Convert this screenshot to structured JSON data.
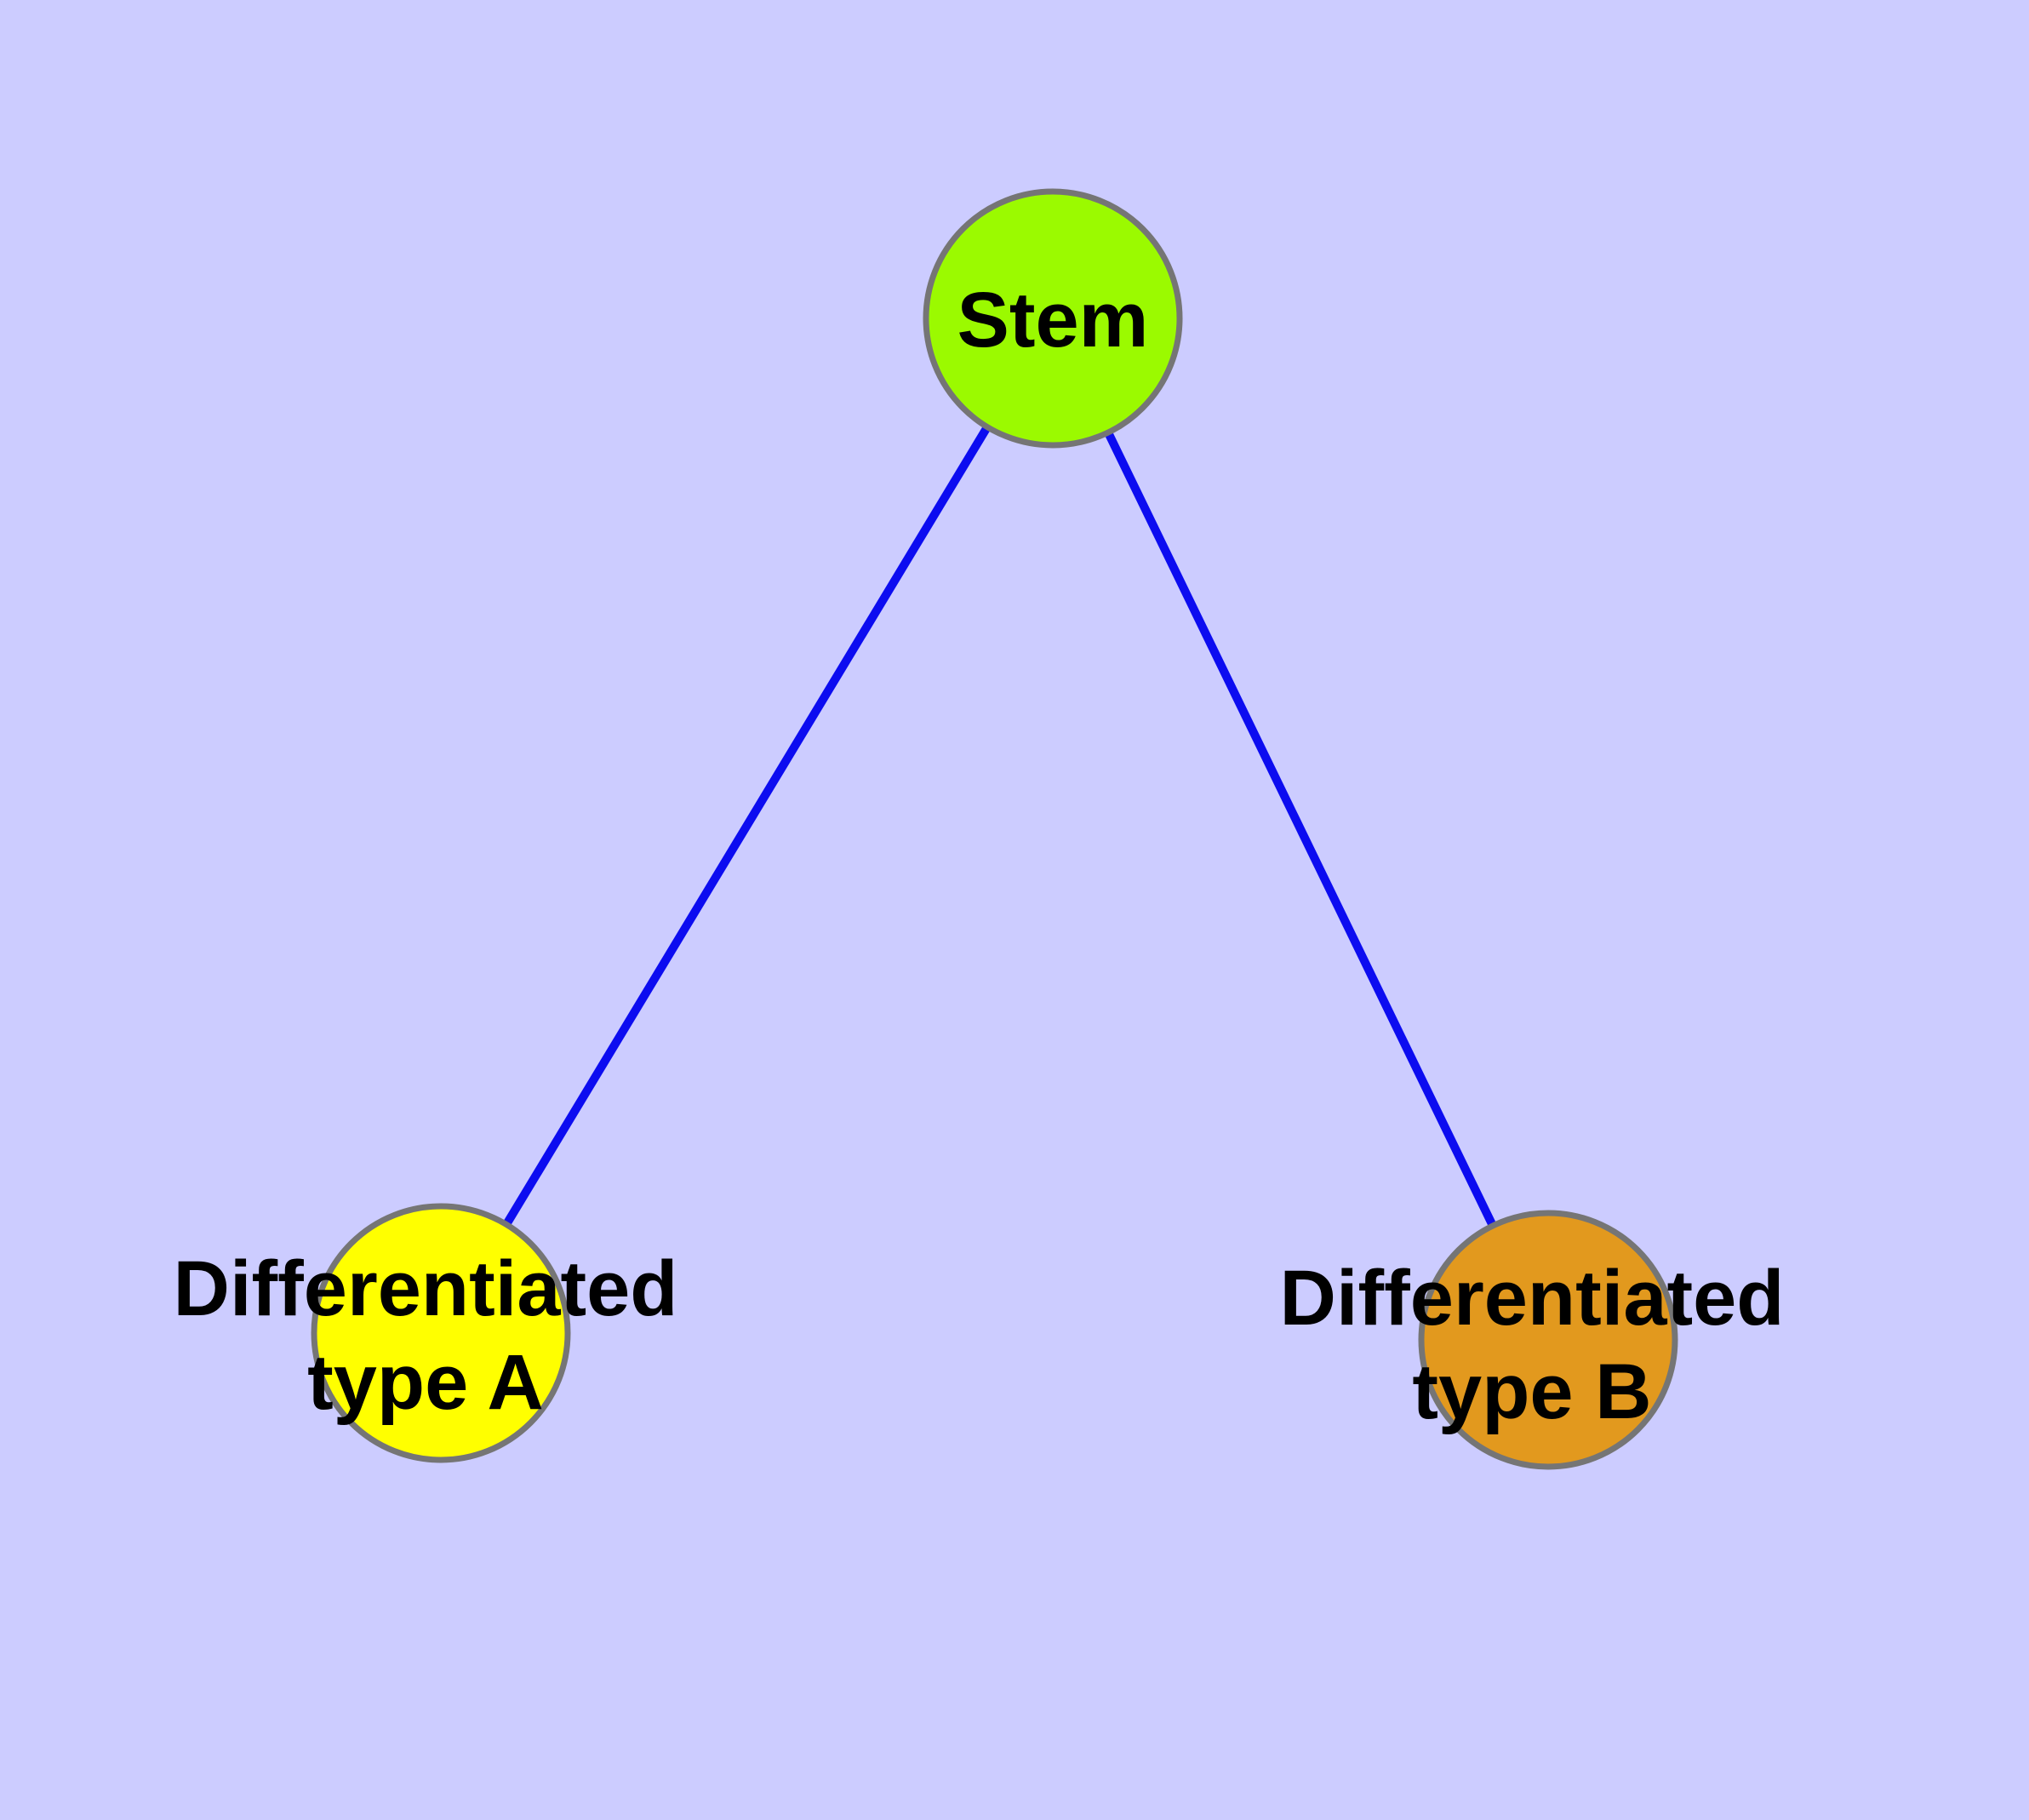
{
  "diagram": {
    "background_color": "#CCCCFF",
    "edge_color": "#0C0CF0",
    "node_border_color": "#757575",
    "label_color": "#000000",
    "nodes": [
      {
        "id": "stem",
        "label": "Stem",
        "label_lines": [
          "Stem"
        ],
        "color": "#9BFA00"
      },
      {
        "id": "differentiated-type-a",
        "label": "Differentiated type A",
        "label_lines": [
          "Differentiated",
          "type A"
        ],
        "color": "#FFFF00"
      },
      {
        "id": "differentiated-type-b",
        "label": "Differentiated type B",
        "label_lines": [
          "Differentiated",
          "type B"
        ],
        "color": "#E2991E"
      }
    ],
    "edges": [
      {
        "from": "stem",
        "to": "differentiated-type-a"
      },
      {
        "from": "stem",
        "to": "differentiated-type-b"
      }
    ]
  }
}
